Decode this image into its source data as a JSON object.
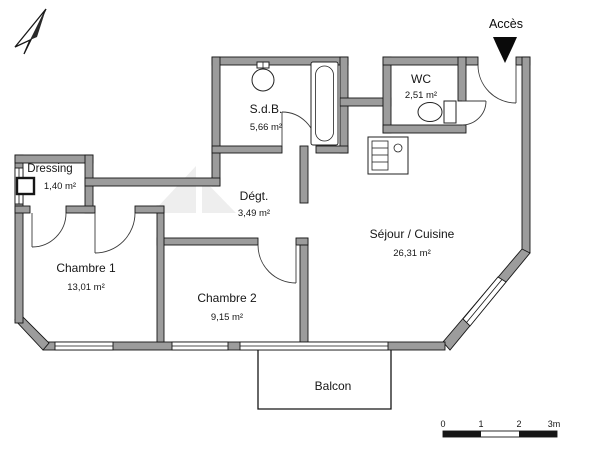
{
  "entry": {
    "label": "Accès"
  },
  "rooms": {
    "wc": {
      "name": "WC",
      "area": "2,51 m²"
    },
    "sdb": {
      "name": "S.d.B.",
      "area": "5,66 m²"
    },
    "dressing": {
      "name": "Dressing",
      "area": "1,40 m²"
    },
    "degt": {
      "name": "Dégt.",
      "area": "3,49 m²"
    },
    "chambre1": {
      "name": "Chambre 1",
      "area": "13,01 m²"
    },
    "chambre2": {
      "name": "Chambre 2",
      "area": "9,15 m²"
    },
    "sejour": {
      "name": "Séjour / Cuisine",
      "area": "26,31 m²"
    },
    "balcon": {
      "name": "Balcon"
    }
  },
  "scale_bar": {
    "labels": [
      "0",
      "1",
      "2",
      "3m"
    ]
  },
  "icons": {
    "north_arrow": "north-arrow-icon",
    "entry_arrow": "down-arrow-icon",
    "bathtub": "bathtub-icon",
    "washbasin": "washbasin-icon",
    "toilet": "toilet-icon",
    "kitchen_unit": "kitchen-unit-icon",
    "radiator": "radiator-icon"
  },
  "colors": {
    "wall_fill": "#9c9c9c",
    "outline": "#161616",
    "watermark": "#d0d0d0",
    "background": "#ffffff"
  }
}
